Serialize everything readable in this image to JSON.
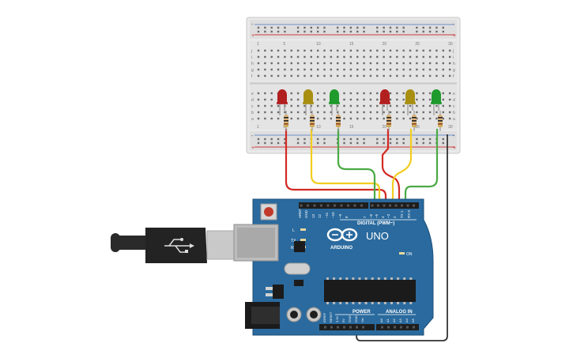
{
  "board": {
    "brand_model": "UNO",
    "brand_name": "ARDUINO",
    "digital_header": "DIGITAL (PWM~)",
    "power_label": "POWER",
    "analog_label": "ANALOG IN",
    "on_label": "ON",
    "led_l": "L",
    "led_tx": "TX",
    "led_rx": "RX",
    "digital_pins": [
      "AREF",
      "GND",
      "13",
      "12",
      "~11",
      "~10",
      "~9",
      "8",
      "7",
      "~6",
      "~5",
      "4",
      "~3",
      "2",
      "TX 1",
      "RX 0"
    ],
    "power_pins": [
      "IOREF",
      "RESET",
      "3.3V",
      "5V",
      "GND",
      "GND",
      "Vin"
    ],
    "analog_pins": [
      "A0",
      "A1",
      "A2",
      "A3",
      "A4",
      "A5"
    ]
  },
  "breadboard": {
    "column_numbers": [
      "1",
      "",
      "",
      "",
      "5",
      "",
      "",
      "",
      "",
      "10",
      "",
      "",
      "",
      "",
      "15",
      "",
      "",
      "",
      "",
      "20",
      "",
      "",
      "",
      "",
      "25",
      "",
      "",
      "",
      "",
      "30"
    ],
    "row_letters_top": [
      "j",
      "i",
      "h",
      "g",
      "f"
    ],
    "row_letters_bottom": [
      "e",
      "d",
      "c",
      "b",
      "a"
    ],
    "rail_plus": "+",
    "rail_minus": "-"
  },
  "leds": [
    {
      "color_name": "red",
      "color": "#b21f1f"
    },
    {
      "color_name": "yellow",
      "color": "#a88f12"
    },
    {
      "color_name": "green",
      "color": "#1f9a2c"
    },
    {
      "color_name": "red",
      "color": "#b21f1f"
    },
    {
      "color_name": "yellow",
      "color": "#a88f12"
    },
    {
      "color_name": "green",
      "color": "#1f9a2c"
    }
  ],
  "colors": {
    "board_blue": "#2a6a9e",
    "wire_red": "#d32a22",
    "wire_yellow": "#f2cd1f",
    "wire_green": "#4aaa45",
    "wire_black": "#333333",
    "usb_cable": "#2a2a2a"
  }
}
